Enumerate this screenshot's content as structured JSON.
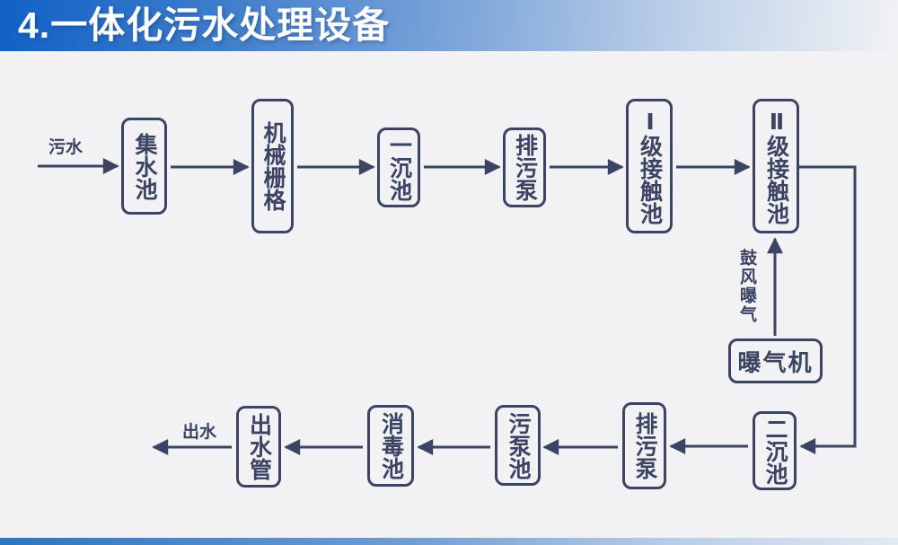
{
  "title": "4.一体化污水处理设备",
  "labels": {
    "inlet": "污水",
    "outlet": "出水",
    "aeration": "鼓风曝气"
  },
  "nodes": {
    "collection_tank": "集水池",
    "mechanical_grid": "机械栅格",
    "primary_sedimentation": "一沉池",
    "sewage_pump_top": "排污泵",
    "level1_contact_tank": "Ⅰ级接触池",
    "level2_contact_tank": "Ⅱ级接触池",
    "secondary_sedimentation": "二沉池",
    "sewage_pump_bottom": "排污泵",
    "sludge_pump_tank": "污泵池",
    "disinfection_tank": "消毒池",
    "outlet_pipe": "出水管",
    "aerator": "曝气机"
  },
  "colors": {
    "banner_blue": "#1061c6",
    "diagram_ink": "#3b4462",
    "background": "#f2f2f4"
  }
}
